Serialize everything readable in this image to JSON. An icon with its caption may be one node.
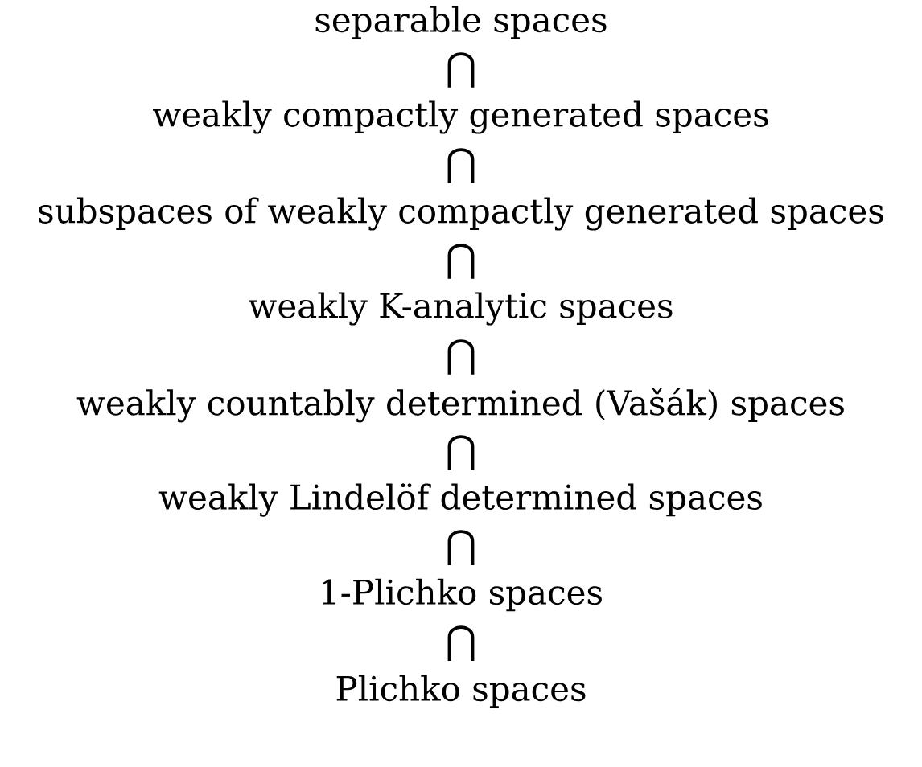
{
  "diagram": {
    "nodes": [
      {
        "text": [
          "separable spaces"
        ]
      },
      {
        "text": [
          "weakly compactly generated spaces"
        ]
      },
      {
        "text": [
          "subspaces of weakly compactly generated spaces"
        ]
      },
      {
        "text": [
          "weakly K-analytic spaces"
        ]
      },
      {
        "text": [
          "weakly countably determined (Vašák) spaces"
        ]
      },
      {
        "text": [
          "weakly Lindelöf determined spaces"
        ]
      },
      {
        "text": [
          "1-Plichko spaces"
        ]
      },
      {
        "text": [
          "Plichko spaces"
        ]
      }
    ],
    "labels": [
      "⋂",
      "⋂",
      "⋂",
      "⋂",
      "⋂",
      "⋂",
      "⋂"
    ]
  }
}
